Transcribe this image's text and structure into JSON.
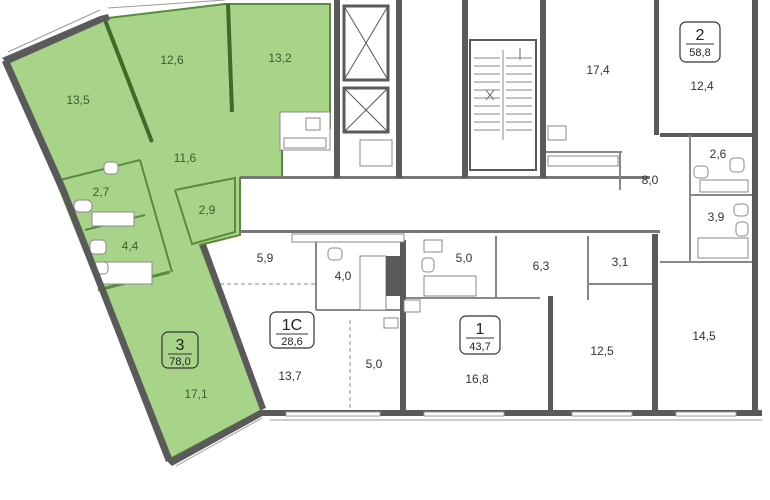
{
  "colors": {
    "selected_fill": "#a8d48a",
    "selected_stroke": "#5a8a3c",
    "wall": "#5a5a5a",
    "background": "#ffffff"
  },
  "apartments": [
    {
      "number": "3",
      "total_area": "78,0"
    },
    {
      "number": "1С",
      "total_area": "28,6"
    },
    {
      "number": "1",
      "total_area": "43,7"
    },
    {
      "number": "2",
      "total_area": "58,8"
    }
  ],
  "rooms": {
    "a3_room_left": "13,5",
    "a3_room_mid": "12,6",
    "a3_room_right": "13,2",
    "a3_hall": "11,6",
    "a3_bath1": "2,7",
    "a3_closet": "2,9",
    "a3_bath2": "4,4",
    "a3_room_bottom": "17,1",
    "c1_hall": "5,9",
    "c1_bath": "4,0",
    "c1_room": "13,7",
    "c1_kitchen": "5,0",
    "a1_bath": "5,0",
    "a1_hall": "6,3",
    "a1_closet": "3,1",
    "a1_room": "16,8",
    "a1_kitchen": "12,5",
    "a2_room_top": "17,4",
    "a2_room_right": "12,4",
    "a2_wc": "2,6",
    "a2_hall": "8,0",
    "a2_bath": "3,9",
    "a2_room_bottom": "14,5"
  }
}
